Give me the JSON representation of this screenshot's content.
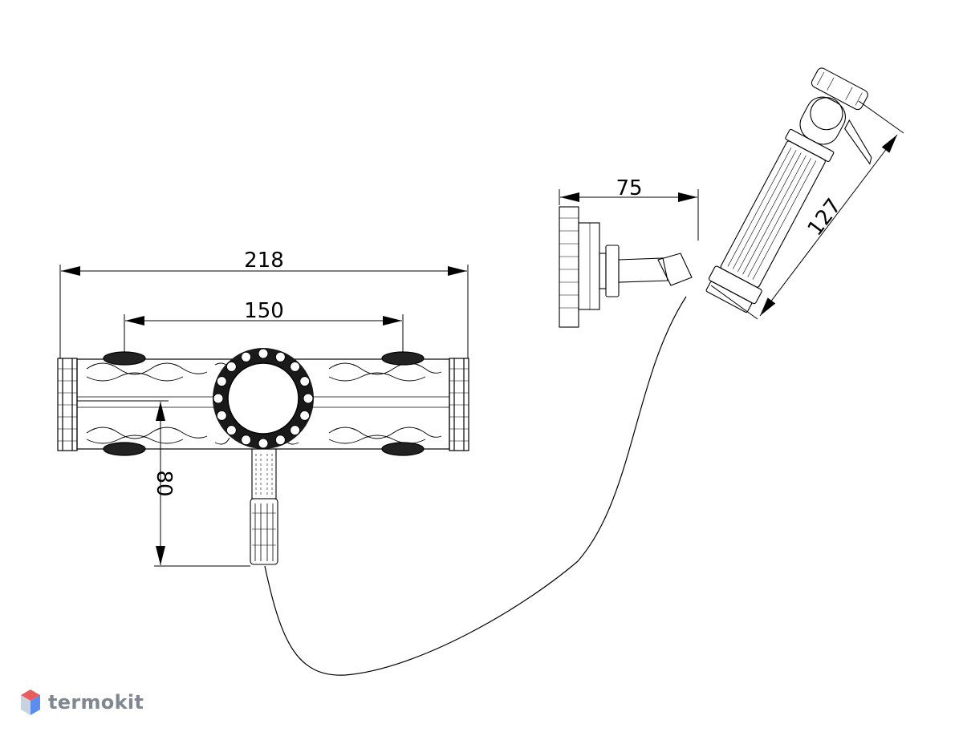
{
  "dimensions": {
    "overall_width": "218",
    "inlet_spacing": "150",
    "outlet_drop": "80",
    "holder_projection": "75",
    "handset_length": "127"
  },
  "watermark": {
    "text": "termokit",
    "icon": "cube-logo-icon"
  }
}
